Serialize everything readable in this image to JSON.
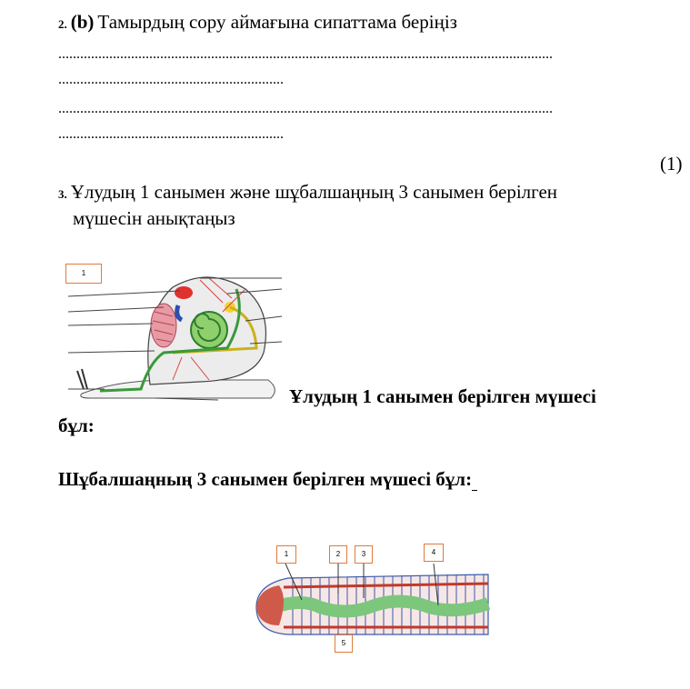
{
  "q2": {
    "number": "2.",
    "part": "(b)",
    "text": "Тамырдың сору аймағына сипаттама беріңіз",
    "line_long": "........................................................................................................................................",
    "line_short": "..............................................................",
    "marks": "(1)"
  },
  "q3": {
    "number": "3.",
    "text_line1": "Ұлудың 1 санымен және шұбалшаңның 3 санымен берілген",
    "text_line2": "мүшесін анықтаңыз",
    "snail_label": "1",
    "answer1_part1": "Ұлудың 1 санымен берілген мүшесі",
    "answer1_part2": "бұл:",
    "answer2": "Шұбалшаңның 3 санымен берілген мүшесі бұл:",
    "worm_labels": [
      "1",
      "2",
      "3",
      "4",
      "5"
    ]
  },
  "colors": {
    "label_border": "#e07b39",
    "snail_green": "#3a9a3a",
    "worm_red": "#c0392b",
    "worm_blue": "#3b5ba9"
  }
}
